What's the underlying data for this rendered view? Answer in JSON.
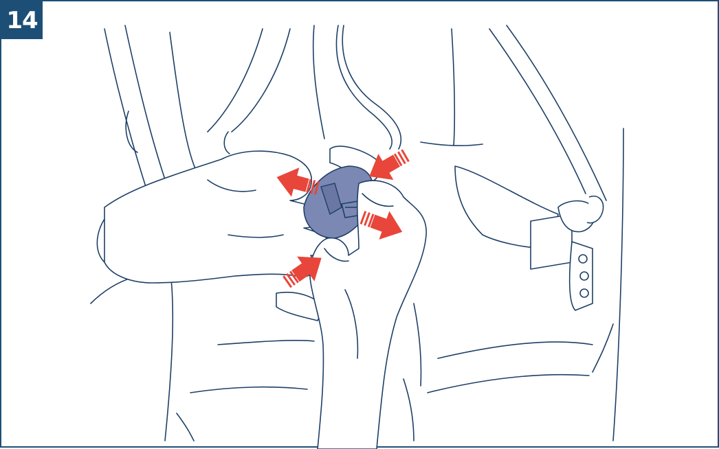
{
  "step": {
    "number": "14"
  },
  "colors": {
    "frame": "#1d4f76",
    "line": "#1d3f66",
    "buckle": "#7b88b3",
    "arrow": "#e8463a"
  },
  "arrows": [
    "press-top-right",
    "pull-left",
    "pull-right",
    "press-bottom-left"
  ]
}
